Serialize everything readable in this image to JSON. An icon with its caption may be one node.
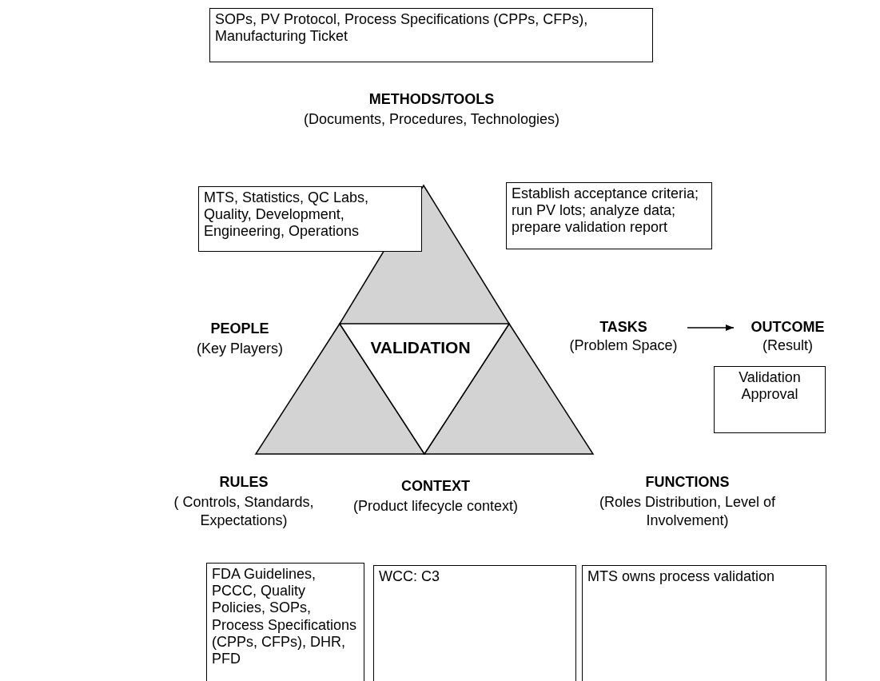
{
  "diagram": {
    "nodes": [
      {
        "text": [
          "SOPs, PV Protocol, Process Specifications (CPPs, CFPs), Manufacturing Ticket"
        ]
      },
      {
        "text": [
          "MTS, Statistics, QC Labs, Quality, Development, Engineering, Operations"
        ]
      },
      {
        "text": [
          "Establish acceptance criteria; run PV lots; analyze data; prepare validation report"
        ]
      },
      {
        "text": [
          "VALIDATION"
        ]
      },
      {
        "text": [
          "TASKS",
          "(Problem Space)"
        ]
      },
      {
        "text": [
          "OUTCOME",
          "(Result)"
        ]
      },
      {
        "text": [
          "Validation Approval"
        ]
      },
      {
        "text": [
          "FDA Guidelines, PCCC, Quality Policies, SOPs, Process Specifications (CPPs, CFPs), DHR, PFD"
        ]
      },
      {
        "text": [
          "WCC: C3"
        ]
      },
      {
        "text": [
          "MTS owns process validation"
        ]
      }
    ],
    "edges": [
      {
        "from": 4,
        "to": 5,
        "arrow": "to"
      }
    ],
    "labels": [
      "METHODS/TOOLS",
      "(Documents, Procedures, Technologies)",
      "PEOPLE",
      "(Key Players)",
      "RULES",
      "( Controls, Standards, Expectations)",
      "CONTEXT",
      "(Product lifecycle context)",
      "FUNCTIONS",
      "(Roles Distribution, Level of Involvement)"
    ]
  }
}
